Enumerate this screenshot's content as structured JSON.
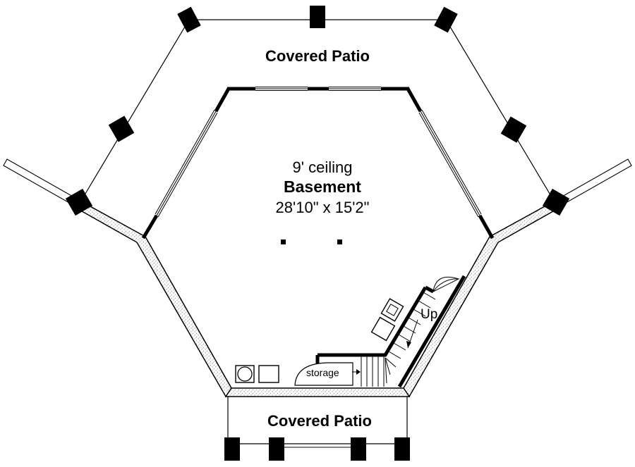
{
  "labels": {
    "covered_patio_top": "Covered Patio",
    "ceiling_height": "9' ceiling",
    "room_name": "Basement",
    "room_dimensions": "28'10\" x 15'2\"",
    "stair_direction": "Up",
    "storage": "storage",
    "covered_patio_bottom": "Covered Patio"
  }
}
